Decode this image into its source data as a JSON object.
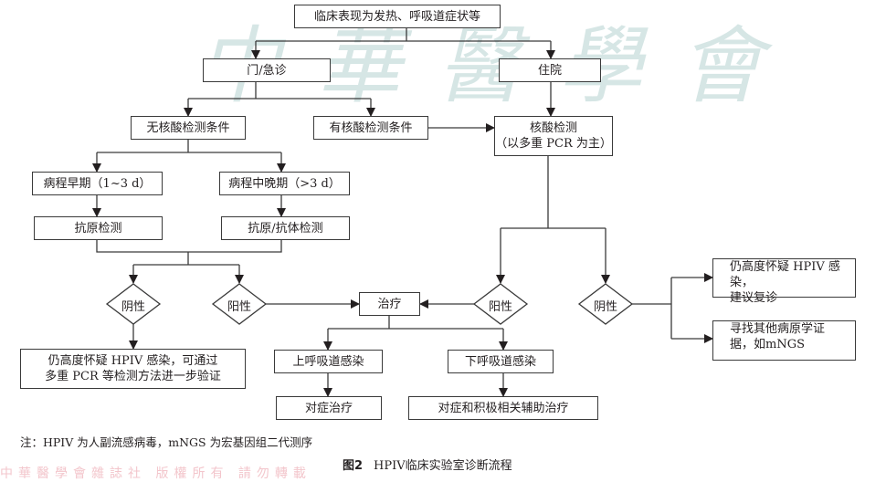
{
  "watermark": {
    "text": "中華醫學會"
  },
  "nodes": {
    "start": "临床表现为发热、呼吸道症状等",
    "outpatient": "门/急诊",
    "inpatient": "住院",
    "no_nat": "无核酸检测条件",
    "has_nat": "有核酸检测条件",
    "nat_line1": "核酸检测",
    "nat_line2": "（以多重 PCR 为主）",
    "early": "病程早期（1~3 d）",
    "late": "病程中晚期（>3 d）",
    "antigen": "抗原检测",
    "antigen_antibody": "抗原/抗体检测",
    "neg_left": "阴性",
    "pos_left": "阳性",
    "treatment": "治疗",
    "pos_right": "阳性",
    "neg_right": "阴性",
    "suspect_pcr_line1": "仍高度怀疑 HPIV 感染，可通过",
    "suspect_pcr_line2": "多重 PCR 等检测方法进一步验证",
    "urti": "上呼吸道感染",
    "lrti": "下呼吸道感染",
    "symptomatic": "对症治疗",
    "supportive": "对症和积极相关辅助治疗",
    "suspect_revisit_line1": "仍高度怀疑 HPIV 感染，",
    "suspect_revisit_line2": "建议复诊",
    "other_line1": "寻找其他病原学证",
    "other_line2": "据，如mNGS"
  },
  "note": "注：HPIV 为人副流感病毒，mNGS 为宏基因组二代测序",
  "caption": {
    "label": "图2",
    "title": "HPIV临床实验室诊断流程"
  },
  "footer_watermark": "中華醫學會雜誌社  版權所有 請勿轉載"
}
